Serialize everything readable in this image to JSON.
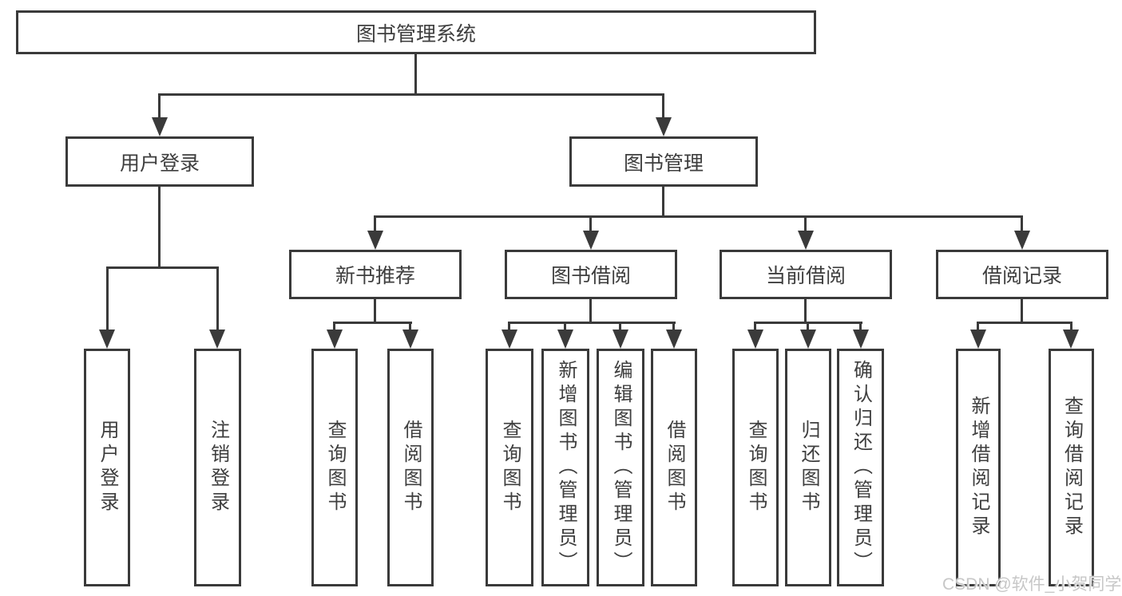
{
  "colors": {
    "line": "#3a3a3a",
    "text": "#3e3e3e",
    "bg": "#ffffff",
    "watermark": "#c7c7c7"
  },
  "watermark": {
    "text": "CSDN @软件_小贺同学"
  },
  "tree": {
    "root": {
      "label": "图书管理系统",
      "children": [
        {
          "label": "用户登录",
          "children": [
            {
              "label": "用户登录"
            },
            {
              "label": "注销登录"
            }
          ]
        },
        {
          "label": "图书管理",
          "children": [
            {
              "label": "新书推荐",
              "children": [
                {
                  "label": "查询图书"
                },
                {
                  "label": "借阅图书"
                }
              ]
            },
            {
              "label": "图书借阅",
              "children": [
                {
                  "label": "查询图书"
                },
                {
                  "label": "新增图书（管理员）"
                },
                {
                  "label": "编辑图书（管理员）"
                },
                {
                  "label": "借阅图书"
                }
              ]
            },
            {
              "label": "当前借阅",
              "children": [
                {
                  "label": "查询图书"
                },
                {
                  "label": "归还图书"
                },
                {
                  "label": "确认归还（管理员）"
                }
              ]
            },
            {
              "label": "借阅记录",
              "children": [
                {
                  "label": "新增借阅记录"
                },
                {
                  "label": "查询借阅记录"
                }
              ]
            }
          ]
        }
      ]
    }
  }
}
